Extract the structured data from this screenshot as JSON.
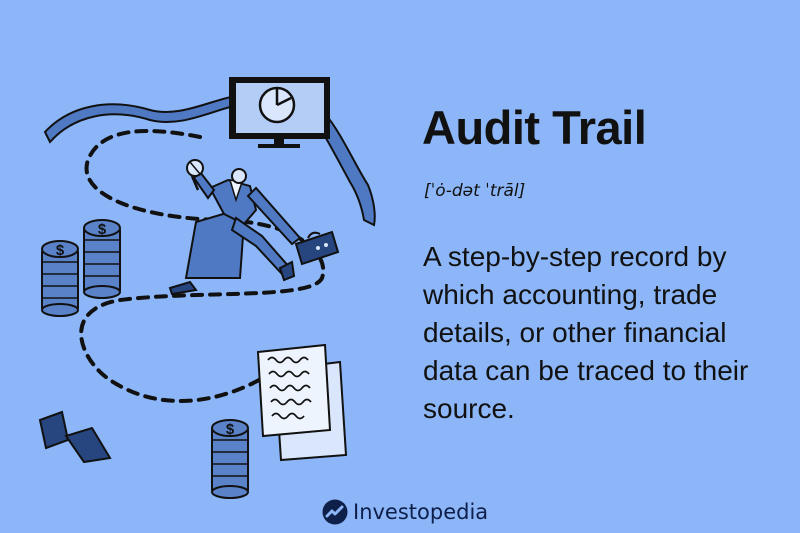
{
  "title": "Audit Trail",
  "pronunciation": "[ˈȯ-dət ˈtrāl]",
  "definition": "A step-by-step record by which accounting, trade details, or other financial data can be traced to their source.",
  "brand": {
    "name": "Investopedia"
  },
  "coin_symbol": "$",
  "colors": {
    "background": "#8cb6f7",
    "illustration_blue": "#5a82c9",
    "ink": "#111111",
    "brand_navy": "#0e1f4a"
  }
}
